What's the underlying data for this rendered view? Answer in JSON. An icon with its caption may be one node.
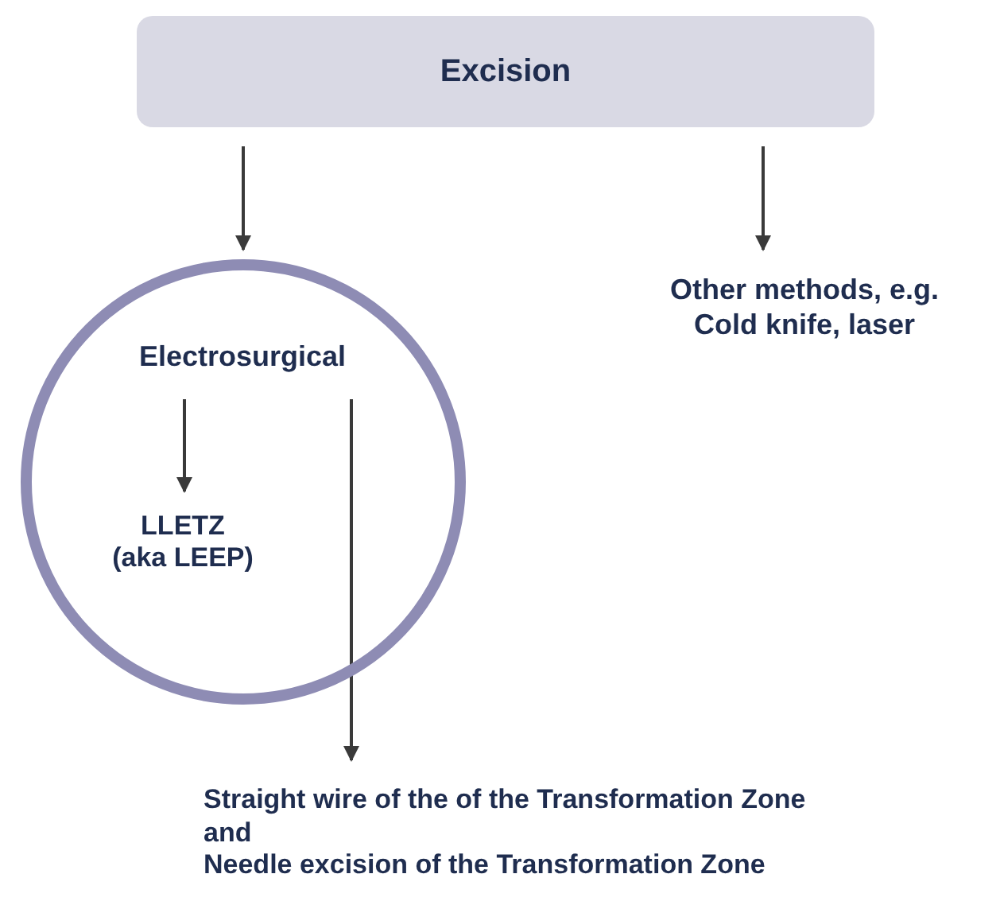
{
  "diagram": {
    "nodes": [
      {
        "text": [
          "Excision"
        ]
      },
      {
        "text": [
          "Other methods, e.g. Cold knife, laser"
        ]
      },
      {
        "text": [],
        "shape": "circle"
      },
      {
        "text": [
          "Electrosurgical"
        ],
        "in": 2
      },
      {
        "text": [
          "LLETZ",
          "(aka LEEP)"
        ],
        "in": 2
      },
      {
        "text": [
          "Straight wire of the of the Transformation Zone",
          "and",
          "Needle excision of the Transformation Zone"
        ]
      }
    ],
    "edges": [
      {
        "from": 0,
        "to": 2,
        "arrow": "to"
      },
      {
        "from": 0,
        "to": 1,
        "arrow": "to"
      },
      {
        "from": 3,
        "to": 4,
        "arrow": "to"
      },
      {
        "from": 3,
        "to": 5,
        "arrow": "to"
      }
    ]
  }
}
